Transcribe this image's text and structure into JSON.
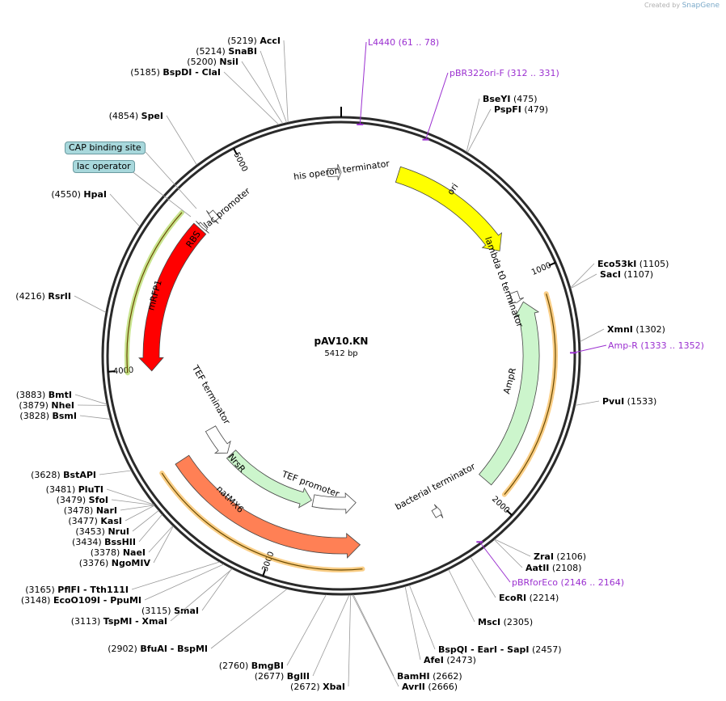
{
  "credit": {
    "prefix": "Created by",
    "brand": "SnapGene"
  },
  "plasmid": {
    "name": "pAV10.KN",
    "size_label": "5412 bp",
    "length": 5412
  },
  "ticks": [
    {
      "pos": 1000,
      "label": "1000"
    },
    {
      "pos": 2000,
      "label": "2000"
    },
    {
      "pos": 3000,
      "label": "3000"
    },
    {
      "pos": 4000,
      "label": "4000"
    },
    {
      "pos": 5000,
      "label": "5000"
    }
  ],
  "features": [
    {
      "name": "ori",
      "start": 262,
      "end": 850,
      "direction": 1,
      "color": "#ffff00",
      "label_inside": true
    },
    {
      "name": "AmpR",
      "start": 1105,
      "end": 1965,
      "direction": -1,
      "color": "#ccf5cc",
      "label_inside": true
    },
    {
      "name": "natMX6",
      "start": 2620,
      "end": 3560,
      "direction": -1,
      "color": "#ff8055",
      "label_inside": true
    },
    {
      "name": "NrsR",
      "start": 2880,
      "end": 3430,
      "direction": -1,
      "color": "#ccf5cc",
      "label_inside": true
    },
    {
      "name": "mRFP1",
      "start": 3990,
      "end": 4690,
      "direction": -1,
      "color": "#ff0000",
      "label_inside": true
    },
    {
      "name": "TEF terminator",
      "start": 3450,
      "end": 3620,
      "direction": -1,
      "color": "#ffffff",
      "label_inside": false
    },
    {
      "name": "TEF promoter",
      "start": 2620,
      "end": 2870,
      "direction": -1,
      "color": "#ffffff",
      "label_inside": false
    },
    {
      "name": "his operon terminator",
      "start": 5350,
      "end": 5412,
      "direction": 1,
      "color": "#ffffff",
      "label_inside": false
    },
    {
      "name": "lambda t0 terminator",
      "start": 1050,
      "end": 1100,
      "direction": 1,
      "color": "#ffffff",
      "label_inside": false
    },
    {
      "name": "bacterial terminator",
      "start": 2215,
      "end": 2250,
      "direction": -1,
      "color": "#ffffff",
      "label_inside": false
    },
    {
      "name": "lac promoter",
      "start": 4760,
      "end": 4790,
      "direction": -1,
      "color": "#ffffff",
      "label_inside": false
    },
    {
      "name": "RBS",
      "start": 4700,
      "end": 4712,
      "direction": -1,
      "color": "#ffffff",
      "label_inside": false
    }
  ],
  "enzymes": [
    {
      "name": "AccI",
      "pos": 5219,
      "extra": ""
    },
    {
      "name": "SnaBI",
      "pos": 5214,
      "extra": ""
    },
    {
      "name": "NsiI",
      "pos": 5200,
      "extra": ""
    },
    {
      "name": "BspDI",
      "pos": 5185,
      "extra": "- ClaI"
    },
    {
      "name": "SpeI",
      "pos": 4854,
      "extra": ""
    },
    {
      "name": "HpaI",
      "pos": 4550,
      "extra": ""
    },
    {
      "name": "RsrII",
      "pos": 4216,
      "extra": ""
    },
    {
      "name": "BmtI",
      "pos": 3883,
      "extra": ""
    },
    {
      "name": "NheI",
      "pos": 3879,
      "extra": ""
    },
    {
      "name": "BsmI",
      "pos": 3828,
      "extra": ""
    },
    {
      "name": "BstAPI",
      "pos": 3628,
      "extra": ""
    },
    {
      "name": "PluTI",
      "pos": 3481,
      "extra": ""
    },
    {
      "name": "SfoI",
      "pos": 3479,
      "extra": ""
    },
    {
      "name": "NarI",
      "pos": 3478,
      "extra": ""
    },
    {
      "name": "KasI",
      "pos": 3477,
      "extra": ""
    },
    {
      "name": "NruI",
      "pos": 3453,
      "extra": ""
    },
    {
      "name": "BssHII",
      "pos": 3434,
      "extra": ""
    },
    {
      "name": "NaeI",
      "pos": 3378,
      "extra": ""
    },
    {
      "name": "NgoMIV",
      "pos": 3376,
      "extra": ""
    },
    {
      "name": "PflFI",
      "pos": 3165,
      "extra": "- Tth111I"
    },
    {
      "name": "EcoO109I",
      "pos": 3148,
      "extra": "- PpuMI"
    },
    {
      "name": "SmaI",
      "pos": 3115,
      "extra": ""
    },
    {
      "name": "TspMI",
      "pos": 3113,
      "extra": "- XmaI"
    },
    {
      "name": "BfuAI",
      "pos": 2902,
      "extra": "- BspMI"
    },
    {
      "name": "BmgBI",
      "pos": 2760,
      "extra": ""
    },
    {
      "name": "BglII",
      "pos": 2677,
      "extra": ""
    },
    {
      "name": "XbaI",
      "pos": 2672,
      "extra": ""
    },
    {
      "name": "AvrII",
      "pos": 2666,
      "extra": ""
    },
    {
      "name": "BamHI",
      "pos": 2662,
      "extra": ""
    },
    {
      "name": "AfeI",
      "pos": 2473,
      "extra": ""
    },
    {
      "name": "BspQI",
      "pos": 2457,
      "extra": "- EarI - SapI"
    },
    {
      "name": "MscI",
      "pos": 2305,
      "extra": ""
    },
    {
      "name": "EcoRI",
      "pos": 2214,
      "extra": ""
    },
    {
      "name": "AatII",
      "pos": 2108,
      "extra": ""
    },
    {
      "name": "ZraI",
      "pos": 2106,
      "extra": ""
    },
    {
      "name": "PvuI",
      "pos": 1533,
      "extra": ""
    },
    {
      "name": "XmnI",
      "pos": 1302,
      "extra": ""
    },
    {
      "name": "SacI",
      "pos": 1107,
      "extra": ""
    },
    {
      "name": "Eco53kI",
      "pos": 1105,
      "extra": ""
    },
    {
      "name": "PspFI",
      "pos": 479,
      "extra": ""
    },
    {
      "name": "BseYI",
      "pos": 475,
      "extra": ""
    }
  ],
  "primers": [
    {
      "name": "L4440",
      "range": "(61 .. 78)",
      "pos": 70
    },
    {
      "name": "pBR322ori-F",
      "range": "(312 .. 331)",
      "pos": 321
    },
    {
      "name": "Amp-R",
      "range": "(1333 .. 1352)",
      "pos": 1342
    },
    {
      "name": "pBRforEco",
      "range": "(2146 .. 2164)",
      "pos": 2155
    }
  ],
  "boxed_features": [
    {
      "name": "CAP binding site"
    },
    {
      "name": "lac operator"
    }
  ]
}
